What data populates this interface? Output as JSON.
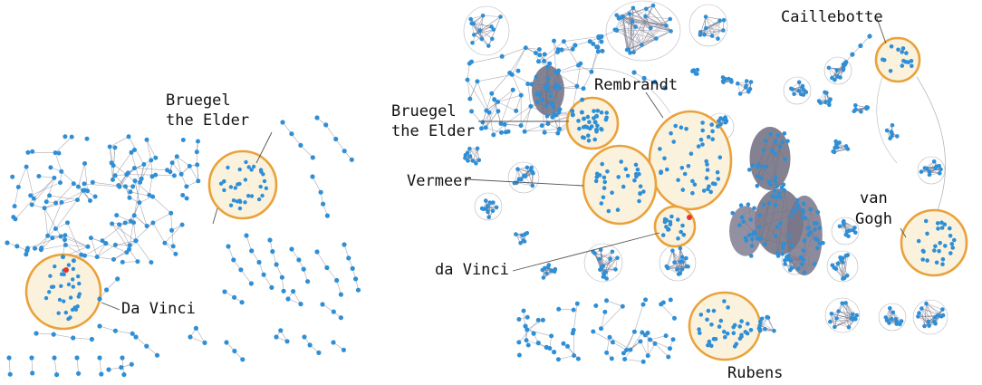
{
  "colors": {
    "node": "#2e8fd6",
    "edge": "#8a8896",
    "edge_dense": "#7c7a8c",
    "highlight_ring": "#e9a23b",
    "highlight_fill": "#fbf2de",
    "special_node": "#e2352b",
    "label_line": "#555555"
  },
  "left_panel": {
    "labels": {
      "bruegel_line1": "Bruegel",
      "bruegel_line2": "the Elder",
      "da_vinci": "Da Vinci"
    }
  },
  "right_panel": {
    "labels": {
      "caillebotte": "Caillebotte",
      "rembrandt": "Rembrandt",
      "bruegel_line1": "Bruegel",
      "bruegel_line2": "the Elder",
      "vermeer": "Vermeer",
      "van_line1": "van",
      "van_line2": "Gogh",
      "da_vinci": "da Vinci",
      "rubens": "Rubens"
    }
  }
}
